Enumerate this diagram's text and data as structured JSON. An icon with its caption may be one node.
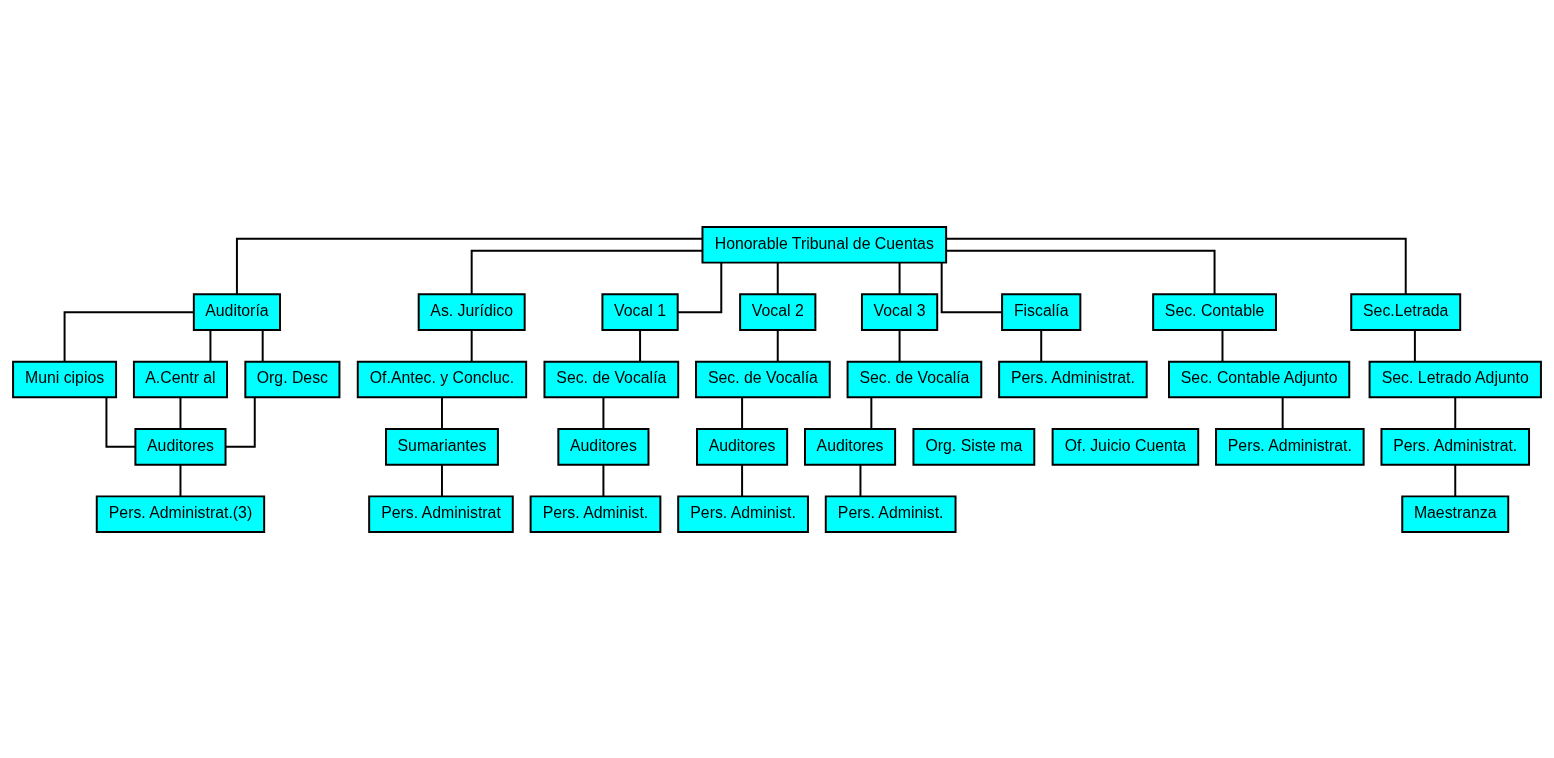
{
  "diagram": {
    "nodes": [
      {
        "text": [
          "Honorable Tribunal de Cuentas"
        ]
      },
      {
        "text": [
          "Auditoría"
        ]
      },
      {
        "text": [
          "As. Jurídico"
        ]
      },
      {
        "text": [
          "Vocal 1"
        ]
      },
      {
        "text": [
          "Vocal 2"
        ]
      },
      {
        "text": [
          "Vocal 3"
        ]
      },
      {
        "text": [
          "Fiscalía"
        ]
      },
      {
        "text": [
          "Sec. Contable"
        ]
      },
      {
        "text": [
          "Sec.Letrada"
        ]
      },
      {
        "text": [
          "Muni cipios"
        ]
      },
      {
        "text": [
          "A.Centr al"
        ]
      },
      {
        "text": [
          "Org. Desc"
        ]
      },
      {
        "text": [
          "Of.Antec. y Concluc."
        ]
      },
      {
        "text": [
          "Sec. de Vocalía"
        ]
      },
      {
        "text": [
          "Sec. de Vocalía"
        ]
      },
      {
        "text": [
          "Sec. de Vocalía"
        ]
      },
      {
        "text": [
          "Sec. Contable Adjunto"
        ]
      },
      {
        "text": [
          "Sec. Letrado Adjunto"
        ]
      },
      {
        "text": [
          "Auditores"
        ]
      },
      {
        "text": [
          "Sumariantes"
        ]
      },
      {
        "text": [
          "Auditores"
        ]
      },
      {
        "text": [
          "Auditores"
        ]
      },
      {
        "text": [
          "Auditores"
        ]
      },
      {
        "text": [
          "Org. Siste ma"
        ]
      },
      {
        "text": [
          "Of. Juicio Cuenta"
        ]
      },
      {
        "text": [
          "Pers. Administrat.(3)"
        ]
      },
      {
        "text": [
          "Pers. Administrat"
        ]
      },
      {
        "text": [
          "Pers. Administ."
        ]
      },
      {
        "text": [
          "Pers. Administ."
        ]
      },
      {
        "text": [
          "Pers. Administ."
        ]
      },
      {
        "text": [
          "Pers. Administrat."
        ]
      },
      {
        "text": [
          "Pers. Administrat."
        ]
      },
      {
        "text": [
          "Pers. Administrat."
        ]
      },
      {
        "text": [
          "Maestranza"
        ]
      }
    ],
    "edges": [
      {
        "from": 0,
        "to": 1,
        "arrow": "none"
      },
      {
        "from": 0,
        "to": 2,
        "arrow": "none"
      },
      {
        "from": 0,
        "to": 3,
        "arrow": "none"
      },
      {
        "from": 0,
        "to": 4,
        "arrow": "none"
      },
      {
        "from": 0,
        "to": 5,
        "arrow": "none"
      },
      {
        "from": 0,
        "to": 6,
        "arrow": "none"
      },
      {
        "from": 0,
        "to": 7,
        "arrow": "none"
      },
      {
        "from": 0,
        "to": 8,
        "arrow": "none"
      },
      {
        "from": 1,
        "to": 9,
        "arrow": "none"
      },
      {
        "from": 1,
        "to": 10,
        "arrow": "none"
      },
      {
        "from": 1,
        "to": 11,
        "arrow": "none"
      },
      {
        "from": 9,
        "to": 18,
        "arrow": "none"
      },
      {
        "from": 10,
        "to": 18,
        "arrow": "none"
      },
      {
        "from": 11,
        "to": 18,
        "arrow": "none"
      },
      {
        "from": 18,
        "to": 25,
        "arrow": "none"
      },
      {
        "from": 2,
        "to": 12,
        "arrow": "none"
      },
      {
        "from": 12,
        "to": 19,
        "arrow": "none"
      },
      {
        "from": 19,
        "to": 26,
        "arrow": "none"
      },
      {
        "from": 3,
        "to": 13,
        "arrow": "none"
      },
      {
        "from": 13,
        "to": 20,
        "arrow": "none"
      },
      {
        "from": 20,
        "to": 27,
        "arrow": "none"
      },
      {
        "from": 4,
        "to": 14,
        "arrow": "none"
      },
      {
        "from": 14,
        "to": 21,
        "arrow": "none"
      },
      {
        "from": 21,
        "to": 28,
        "arrow": "none"
      },
      {
        "from": 5,
        "to": 15,
        "arrow": "none"
      },
      {
        "from": 15,
        "to": 22,
        "arrow": "none"
      },
      {
        "from": 22,
        "to": 29,
        "arrow": "none"
      },
      {
        "from": 6,
        "to": 30,
        "arrow": "none"
      },
      {
        "from": 7,
        "to": 16,
        "arrow": "none"
      },
      {
        "from": 16,
        "to": 31,
        "arrow": "none"
      },
      {
        "from": 8,
        "to": 17,
        "arrow": "none"
      },
      {
        "from": 17,
        "to": 32,
        "arrow": "none"
      },
      {
        "from": 32,
        "to": 33,
        "arrow": "none"
      }
    ]
  }
}
